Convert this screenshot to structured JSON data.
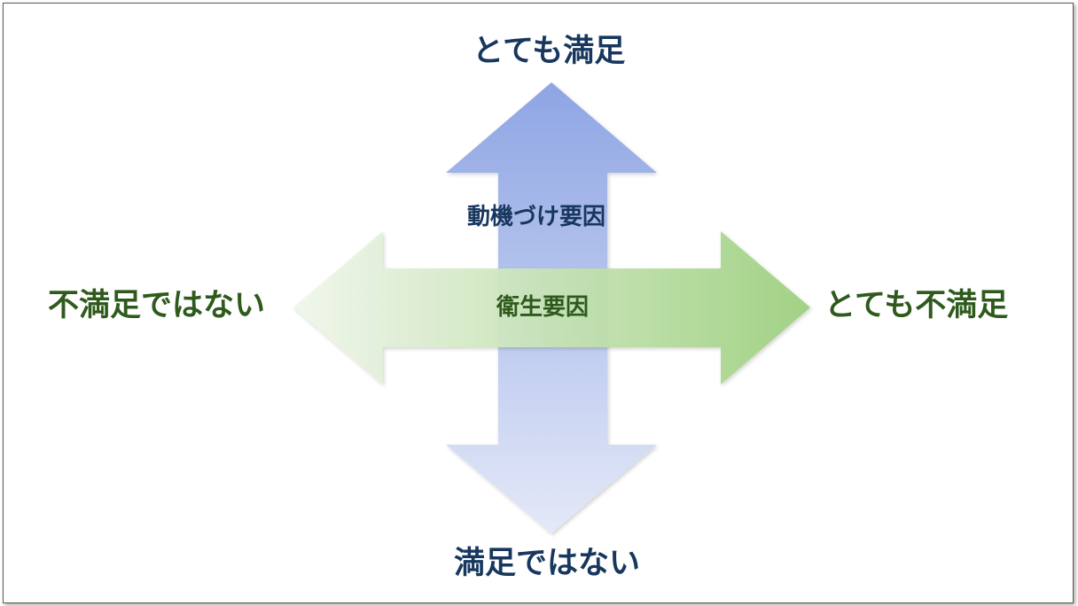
{
  "labels": {
    "top": "とても満足",
    "bottom": "満足ではない",
    "left": "不満足ではない",
    "right": "とても不満足",
    "vertical_axis": "動機づけ要因",
    "horizontal_axis": "衛生要因"
  },
  "colors": {
    "blue_text": "#17375e",
    "green_text": "#2e5a1c",
    "vertical_arrow_top": "#8ea5e4",
    "vertical_arrow_bottom": "#e4e9f8",
    "horizontal_arrow_left": "#f1f7ec",
    "horizontal_arrow_right": "#9dd07e"
  }
}
